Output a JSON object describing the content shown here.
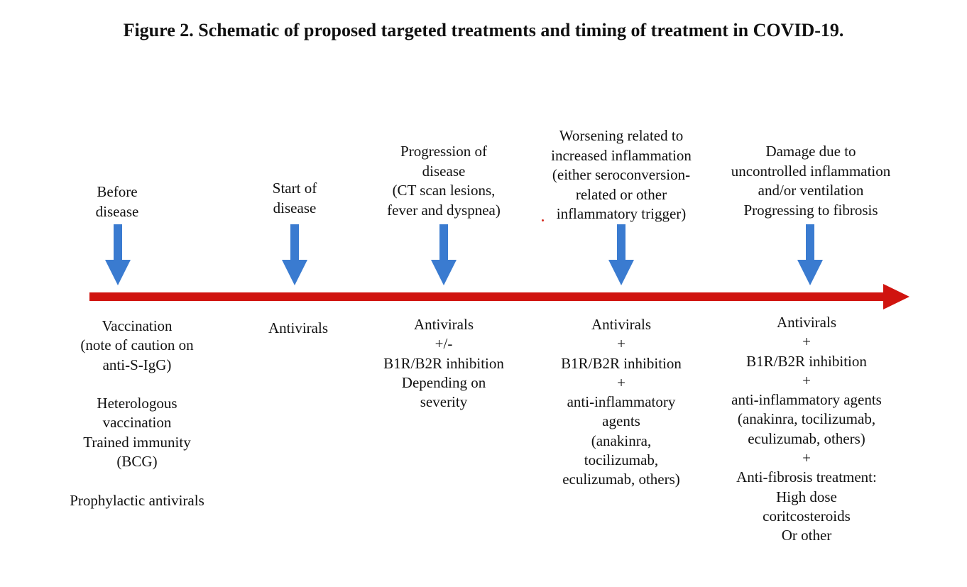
{
  "title": "Figure 2. Schematic of proposed targeted treatments and timing of treatment in COVID-19.",
  "colors": {
    "arrow_blue": "#3a7bd0",
    "timeline_red": "#d0140f",
    "text": "#111111"
  },
  "stages": [
    {
      "lines": [
        "Before",
        "disease"
      ]
    },
    {
      "lines": [
        "Start of",
        "disease"
      ]
    },
    {
      "lines": [
        "Progression of",
        "disease",
        "(CT scan lesions,",
        "fever and dyspnea)"
      ]
    },
    {
      "lines": [
        "Worsening related to",
        "increased inflammation",
        "(either seroconversion-",
        "related or other",
        "inflammatory trigger)"
      ]
    },
    {
      "lines": [
        "Damage due to",
        "uncontrolled inflammation",
        "and/or ventilation",
        "Progressing to fibrosis"
      ]
    }
  ],
  "treatments": [
    {
      "lines": [
        "Vaccination",
        "(note of caution  on",
        "anti-S-IgG)",
        "",
        "Heterologous",
        "vaccination",
        "Trained immunity",
        "(BCG)",
        "",
        "Prophylactic antivirals"
      ]
    },
    {
      "lines": [
        "Antivirals"
      ]
    },
    {
      "lines": [
        "Antivirals",
        "+/-",
        "B1R/B2R inhibition",
        "Depending on",
        "severity"
      ]
    },
    {
      "lines": [
        "Antivirals",
        "+",
        "B1R/B2R inhibition",
        "+",
        "anti-inflammatory",
        "agents",
        "(anakinra,",
        "tocilizumab,",
        "eculizumab, others)"
      ]
    },
    {
      "lines": [
        "Antivirals",
        "+",
        "B1R/B2R inhibition",
        "+",
        "anti-inflammatory agents",
        "(anakinra, tocilizumab,",
        "eculizumab, others)",
        "+",
        "Anti-fibrosis treatment:",
        "High dose",
        "coritcosteroids",
        "Or other"
      ]
    }
  ]
}
